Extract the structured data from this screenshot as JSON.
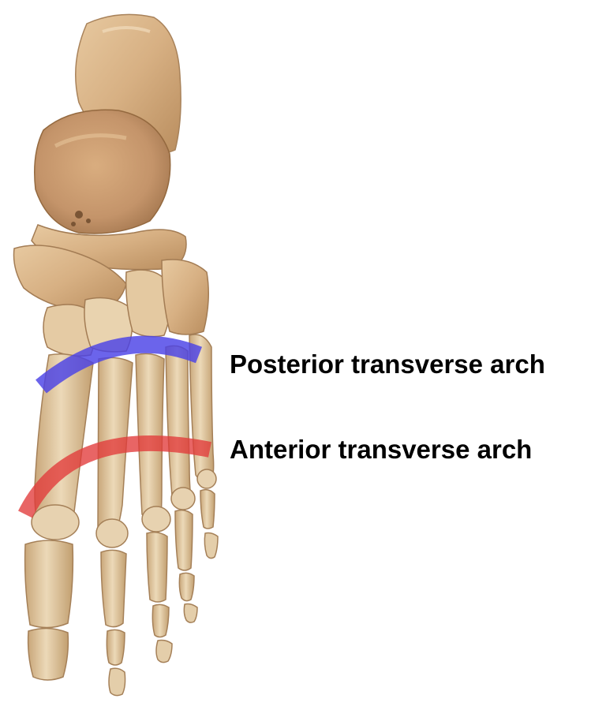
{
  "labels": {
    "posterior": "Posterior transverse arch",
    "anterior": "Anterior transverse arch"
  },
  "colors": {
    "background": "#ffffff",
    "bone": "#e8d4b0",
    "bone_shadow": "#b89466",
    "bone_highlight": "#f5e8d0",
    "posterior_arch": "#4b42e6",
    "anterior_arch": "#e23a3a",
    "label_text": "#000000"
  },
  "figure": {
    "subject": "foot-skeleton-dorsal-view",
    "arches": [
      "posterior-transverse-arch",
      "anterior-transverse-arch"
    ]
  }
}
